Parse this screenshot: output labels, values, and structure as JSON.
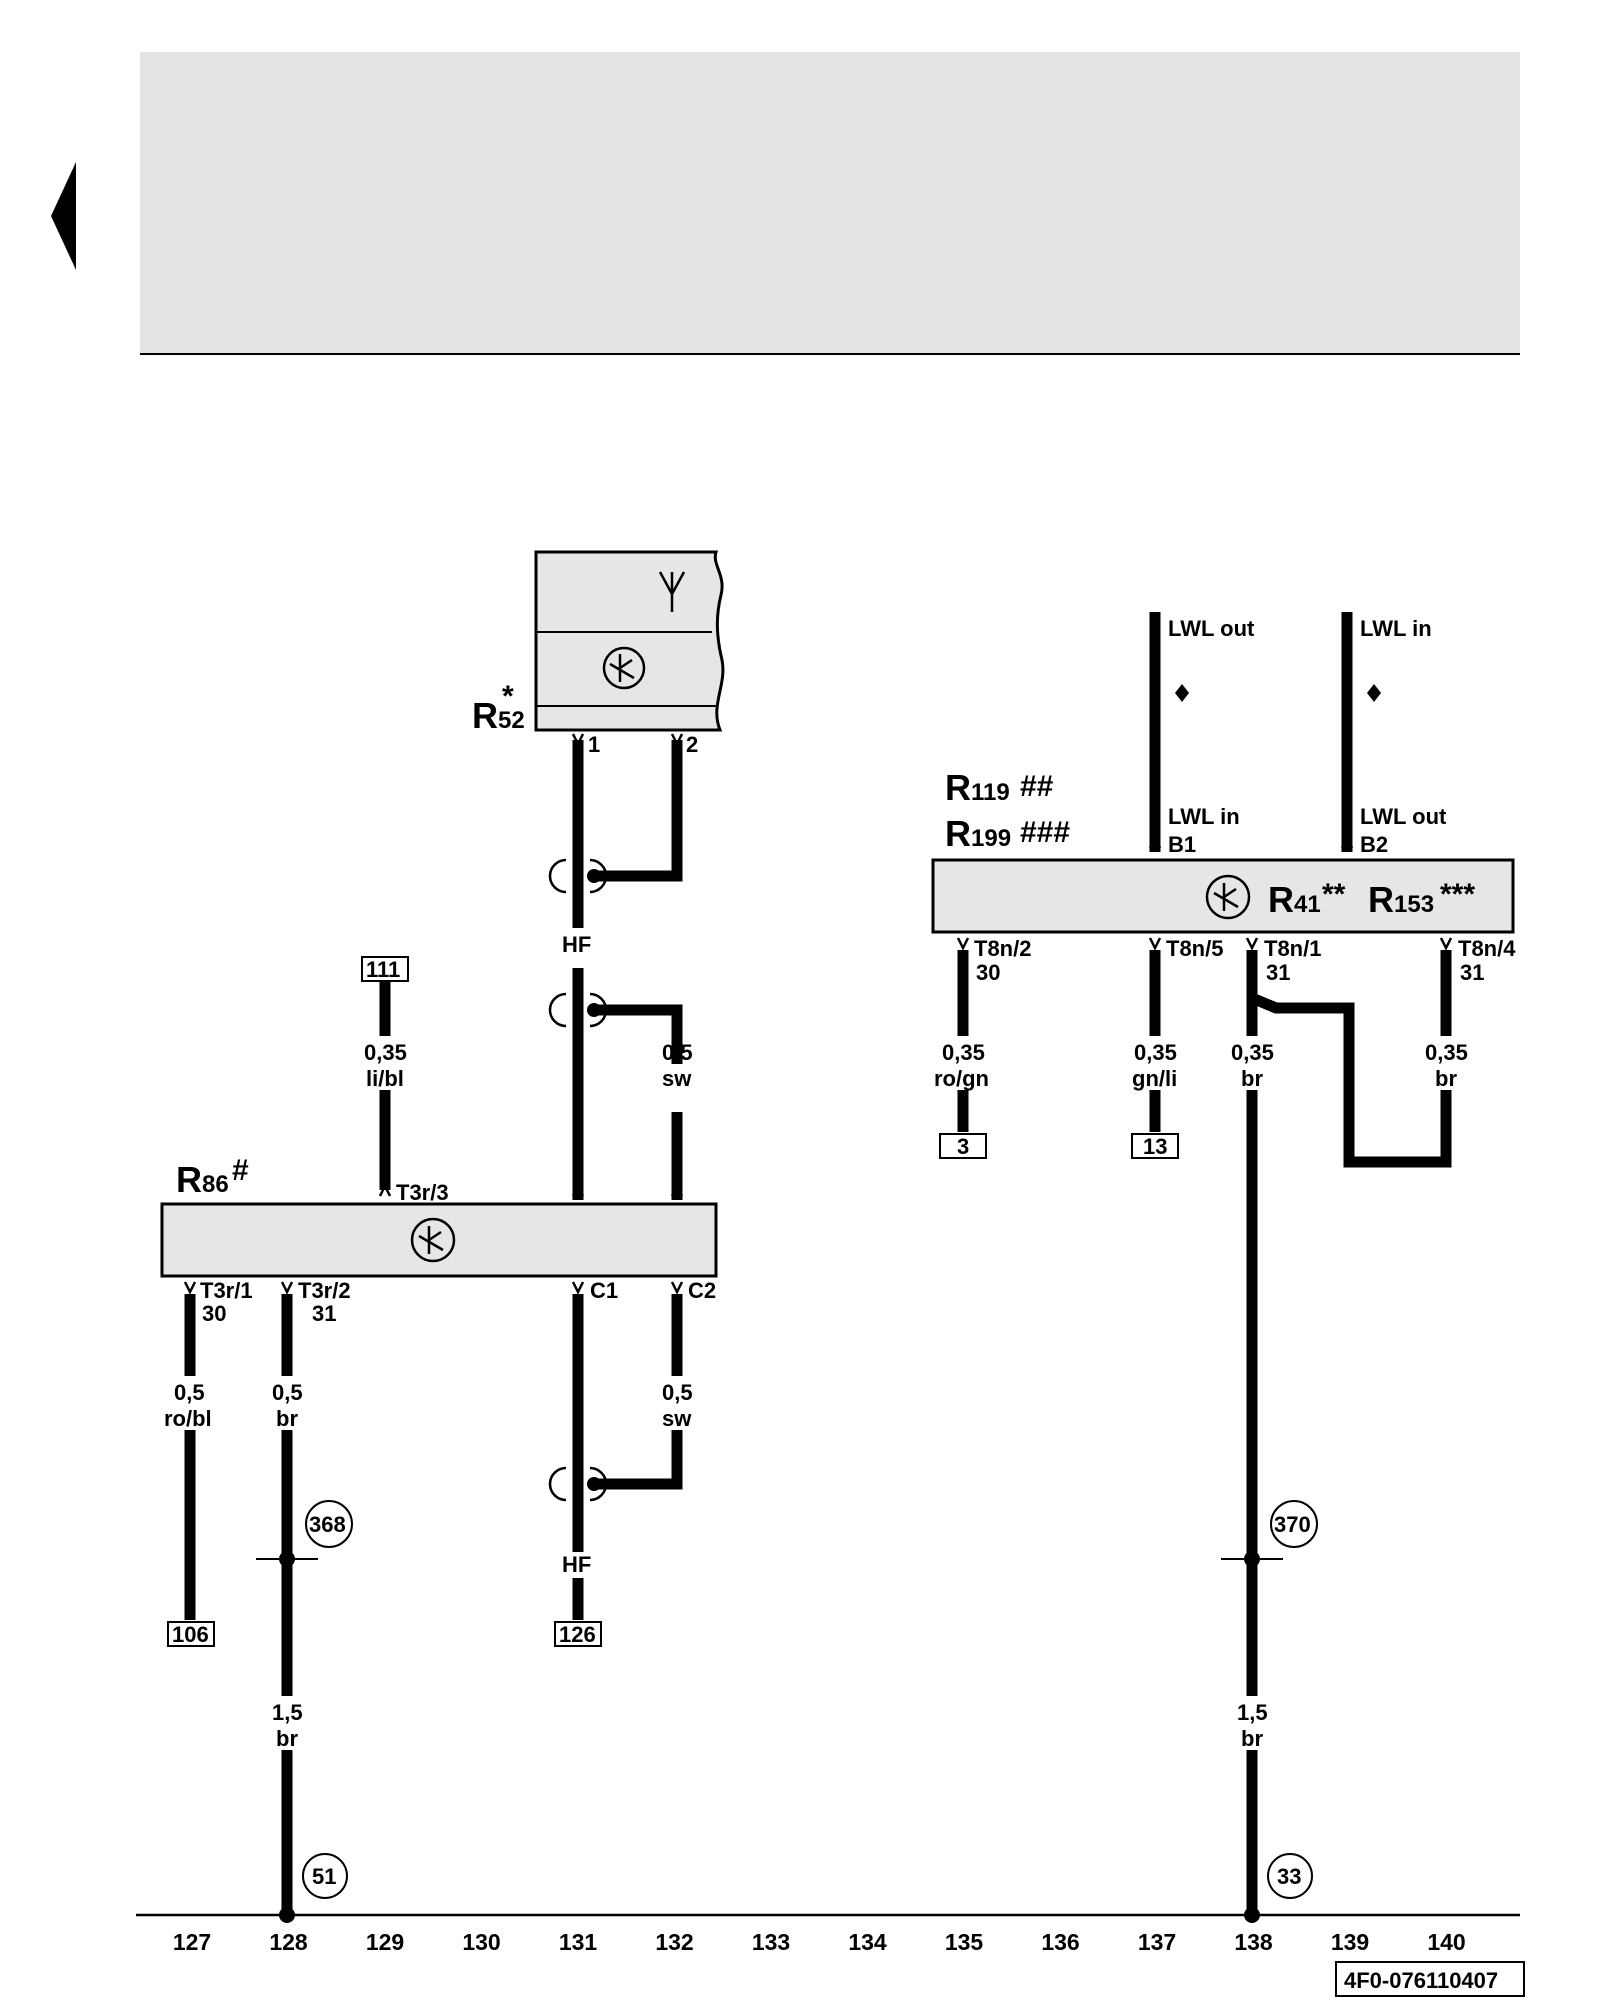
{
  "components": {
    "R52": {
      "base": "R",
      "sub": "52",
      "mark": "*"
    },
    "R119": {
      "base": "R",
      "sub": "119",
      "mark": "##"
    },
    "R199": {
      "base": "R",
      "sub": "199",
      "mark": "###"
    },
    "R41": {
      "base": "R",
      "sub": "41",
      "mark": "**"
    },
    "R153": {
      "base": "R",
      "sub": "153",
      "mark": "***"
    },
    "R86": {
      "base": "R",
      "sub": "86",
      "mark": "#"
    }
  },
  "pins": {
    "r52_1": "1",
    "r52_2": "2",
    "t3r3": "T3r/3",
    "t3r1": "T3r/1",
    "t3r1_term": "30",
    "t3r2": "T3r/2",
    "t3r2_term": "31",
    "c1": "C1",
    "c2": "C2",
    "b1": "B1",
    "b2": "B2",
    "t8n2": "T8n/2",
    "t8n2_term": "30",
    "t8n5": "T8n/5",
    "t8n1": "T8n/1",
    "t8n1_term": "31",
    "t8n4": "T8n/4",
    "t8n4_term": "31"
  },
  "signals": {
    "lwl_out_top": "LWL out",
    "lwl_in_top": "LWL in",
    "lwl_in_b1": "LWL in",
    "lwl_out_b2": "LWL out",
    "hf_1": "HF",
    "hf_2": "HF"
  },
  "wires": {
    "w111": {
      "size": "0,35",
      "color": "li/bl"
    },
    "w132a": {
      "size": "0,5",
      "color": "sw"
    },
    "w127": {
      "size": "0,5",
      "color": "ro/bl"
    },
    "w128a": {
      "size": "0,5",
      "color": "br"
    },
    "w132b": {
      "size": "0,5",
      "color": "sw"
    },
    "w128b": {
      "size": "1,5",
      "color": "br"
    },
    "w135": {
      "size": "0,35",
      "color": "ro/gn"
    },
    "w137": {
      "size": "0,35",
      "color": "gn/li"
    },
    "w138a": {
      "size": "0,35",
      "color": "br"
    },
    "w140": {
      "size": "0,35",
      "color": "br"
    },
    "w138b": {
      "size": "1,5",
      "color": "br"
    }
  },
  "refs": {
    "r111": "111",
    "r106": "106",
    "r126": "126",
    "r3": "3",
    "r13": "13"
  },
  "circles": {
    "c368": "368",
    "c370": "370",
    "c51": "51",
    "c33": "33"
  },
  "columns": [
    "127",
    "128",
    "129",
    "130",
    "131",
    "132",
    "133",
    "134",
    "135",
    "136",
    "137",
    "138",
    "139",
    "140"
  ],
  "footer_code": "4F0-076110407"
}
